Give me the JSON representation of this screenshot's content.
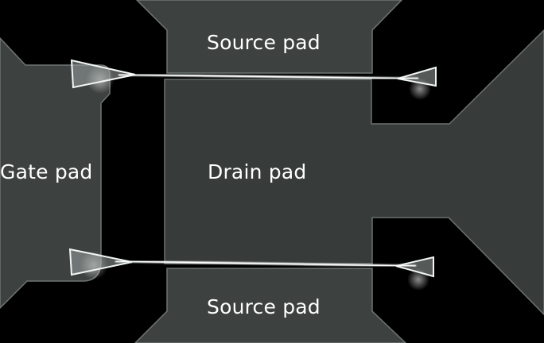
{
  "labels": {
    "source_top": "Source pad",
    "drain": "Drain pad",
    "gate": "Gate pad",
    "source_bottom": "Source pad"
  },
  "colors": {
    "background": "#000000",
    "pad": "#3d4140",
    "drain_pad": "#373b3a",
    "wire": "#e6ecea",
    "label_text": "#ffffff"
  }
}
